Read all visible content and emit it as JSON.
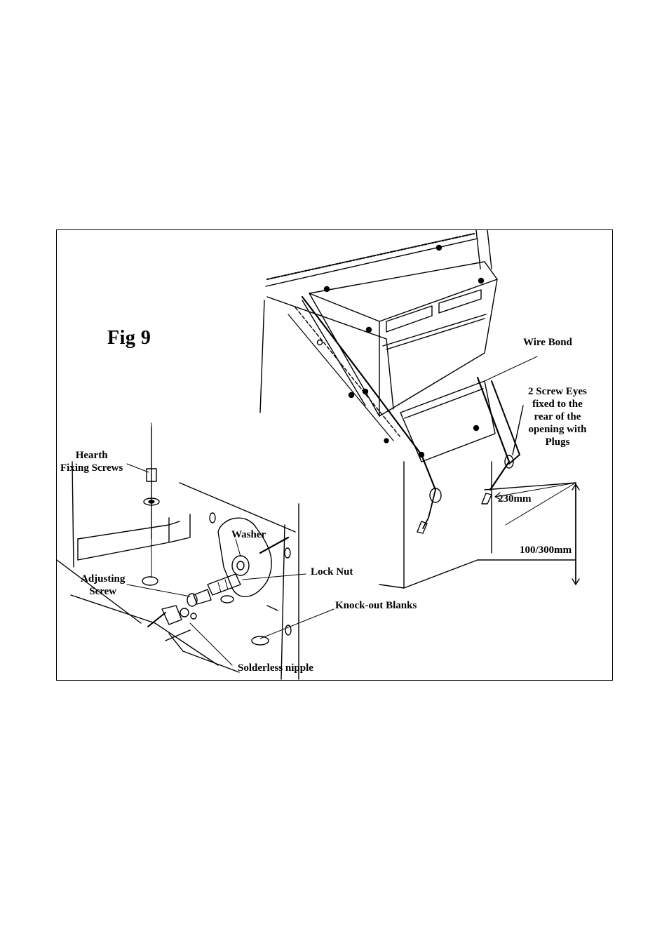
{
  "figure": {
    "title": "Fig 9",
    "labels": {
      "wire_bond": "Wire Bond",
      "screw_eyes": [
        "2 Screw Eyes",
        "fixed to the",
        "rear of the",
        "opening with",
        "Plugs"
      ],
      "dim_230": "230mm",
      "dim_100_300": "100/300mm",
      "hearth_fixing": [
        "Hearth",
        "Fixing Screws"
      ],
      "washer": "Washer",
      "lock_nut": "Lock Nut",
      "adjusting_screw": [
        "Adjusting",
        "Screw"
      ],
      "knockout_blanks": "Knock-out Blanks",
      "solderless_nipple": "Solderless nipple"
    }
  }
}
